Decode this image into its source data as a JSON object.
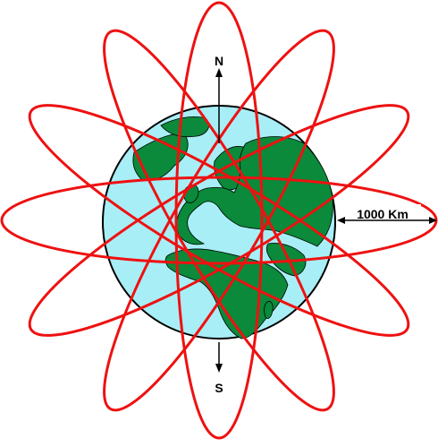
{
  "labels": {
    "north": "N",
    "south": "S",
    "distance": "1000 Km"
  },
  "orbits": {
    "count": 6,
    "color": "#ee1111"
  },
  "globe": {
    "ocean_color": "#a8eef6",
    "land_color": "#0a8a3a",
    "outline_color": "#000000"
  }
}
